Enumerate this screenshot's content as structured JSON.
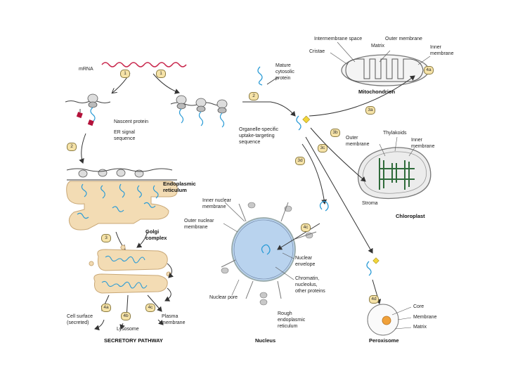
{
  "labels": {
    "mrna": "mRNA",
    "nascent_protein": "Nascent protein",
    "er_signal": "ER signal",
    "sequence": "sequence",
    "er_line1": "Endoplasmic",
    "er_line2": "reticulum",
    "golgi_line1": "Golgi",
    "golgi_line2": "complex",
    "cell_surface_line1": "Cell surface",
    "cell_surface_line2": "(secreted)",
    "lysosome": "Lysosome",
    "plasma_line1": "Plasma",
    "plasma_line2": "membrane",
    "secretory_pathway": "SECRETORY PATHWAY",
    "mature_line1": "Mature",
    "mature_line2": "cytosolic",
    "mature_line3": "protein",
    "organelle_line1": "Organelle-specific",
    "organelle_line2": "uptake-targeting",
    "organelle_line3": "sequence",
    "intermembrane_space": "Intermembrane space",
    "outer_membrane": "Outer membrane",
    "matrix": "Matrix",
    "cristae": "Cristae",
    "inner_line1": "Inner",
    "inner_line2": "membrane",
    "mitochondrion": "Mitochondrion",
    "thylakoids": "Thylakoids",
    "outer_membrane_2_line1": "Outer",
    "outer_membrane_2_line2": "membrane",
    "inner_membrane_2_line1": "Inner",
    "inner_membrane_2_line2": "membrane",
    "stroma": "Stroma",
    "chloroplast": "Chloroplast",
    "inner_nuclear_line1": "Inner nuclear",
    "inner_nuclear_line2": "membrane",
    "outer_nuclear_line1": "Outer nuclear",
    "outer_nuclear_line2": "membrane",
    "nuclear_pore_left": "Nuclear pore",
    "nuclear_env_line1": "Nuclear",
    "nuclear_env_line2": "envelope",
    "chromatin_line1": "Chromatin,",
    "chromatin_line2": "nucleolus,",
    "chromatin_line3": "other proteins",
    "rough_line1": "Rough",
    "rough_line2": "endoplasmic",
    "rough_line3": "reticulum",
    "nucleus": "Nucleus",
    "core": "Core",
    "membrane": "Membrane",
    "matrix_2": "Matrix",
    "peroxisome": "Peroxisome"
  },
  "steps": {
    "s1a": "1",
    "s1b": "1",
    "s2a": "2",
    "s2b": "2",
    "s3": "3",
    "s3a": "3a",
    "s3b": "3b",
    "s3c": "3c",
    "s3d": "3d",
    "s4a_mito": "4a",
    "s4a": "4a",
    "s4b": "4b",
    "s4c": "4c",
    "s4c_nuc": "4c",
    "s4d": "4d"
  },
  "colors": {
    "protein": "#2a9bd6",
    "er_fill": "#f3dcb4",
    "er_stroke": "#c9a877",
    "nucleus_fill": "#b9d3ee",
    "mrna": "#c8244a",
    "signal": "#b3123a",
    "chloroplast_fill": "#ebebeb",
    "thylakoid": "#2f6b3a",
    "arrow": "#333333"
  }
}
